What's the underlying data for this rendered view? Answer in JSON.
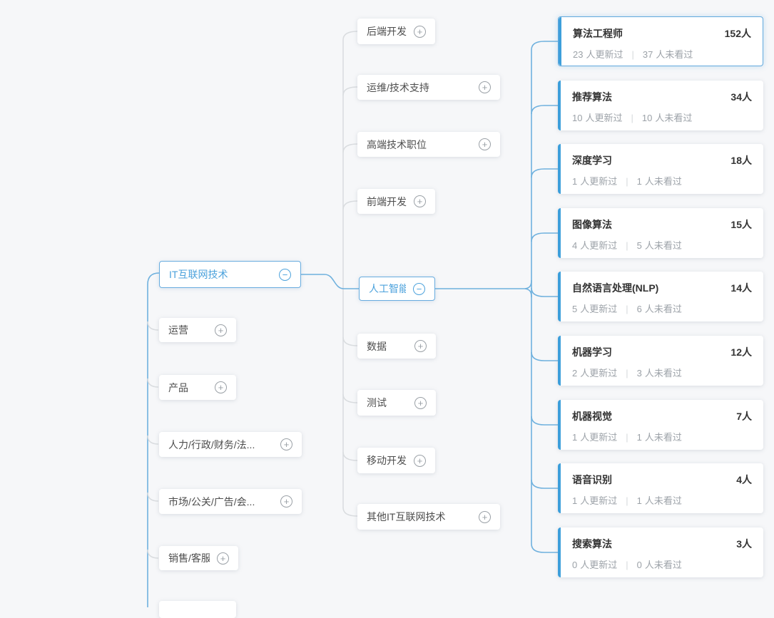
{
  "colors": {
    "background": "#F6F7F9",
    "accent_blue": "#3D9FDB",
    "line_blue": "#6FB1DE",
    "line_gray": "#D9DCDF",
    "text_blue": "#4CA2DC",
    "title_text": "#333333",
    "node_text": "#4D4D4D",
    "muted_text": "#9CA2A8"
  },
  "icons": {
    "expand": "+",
    "collapse": "−"
  },
  "labels": {
    "person": "人",
    "updated": "人更新过",
    "unseen": "人未看过",
    "separator": "|"
  },
  "root": {
    "label": "IT互联网技术",
    "state": "expanded"
  },
  "level1": [
    {
      "label": "运营",
      "state": "collapsed"
    },
    {
      "label": "产品",
      "state": "collapsed"
    },
    {
      "label": "人力/行政/财务/法...",
      "state": "collapsed"
    },
    {
      "label": "市场/公关/广告/会...",
      "state": "collapsed"
    },
    {
      "label": "销售/客服",
      "state": "collapsed"
    }
  ],
  "level2": [
    {
      "label": "后端开发",
      "state": "collapsed"
    },
    {
      "label": "运维/技术支持",
      "state": "collapsed"
    },
    {
      "label": "高端技术职位",
      "state": "collapsed"
    },
    {
      "label": "前端开发",
      "state": "collapsed"
    },
    {
      "label": "人工智能",
      "state": "expanded"
    },
    {
      "label": "数据",
      "state": "collapsed"
    },
    {
      "label": "测试",
      "state": "collapsed"
    },
    {
      "label": "移动开发",
      "state": "collapsed"
    },
    {
      "label": "其他IT互联网技术",
      "state": "collapsed"
    }
  ],
  "jobs": [
    {
      "title": "算法工程师",
      "count": "152",
      "updated": "23",
      "unseen": "37",
      "selected": true
    },
    {
      "title": "推荐算法",
      "count": "34",
      "updated": "10",
      "unseen": "10",
      "selected": false
    },
    {
      "title": "深度学习",
      "count": "18",
      "updated": "1",
      "unseen": "1",
      "selected": false
    },
    {
      "title": "图像算法",
      "count": "15",
      "updated": "4",
      "unseen": "5",
      "selected": false
    },
    {
      "title": "自然语言处理(NLP)",
      "count": "14",
      "updated": "5",
      "unseen": "6",
      "selected": false
    },
    {
      "title": "机器学习",
      "count": "12",
      "updated": "2",
      "unseen": "3",
      "selected": false
    },
    {
      "title": "机器视觉",
      "count": "7",
      "updated": "1",
      "unseen": "1",
      "selected": false
    },
    {
      "title": "语音识别",
      "count": "4",
      "updated": "1",
      "unseen": "1",
      "selected": false
    },
    {
      "title": "搜索算法",
      "count": "3",
      "updated": "0",
      "unseen": "0",
      "selected": false
    }
  ]
}
